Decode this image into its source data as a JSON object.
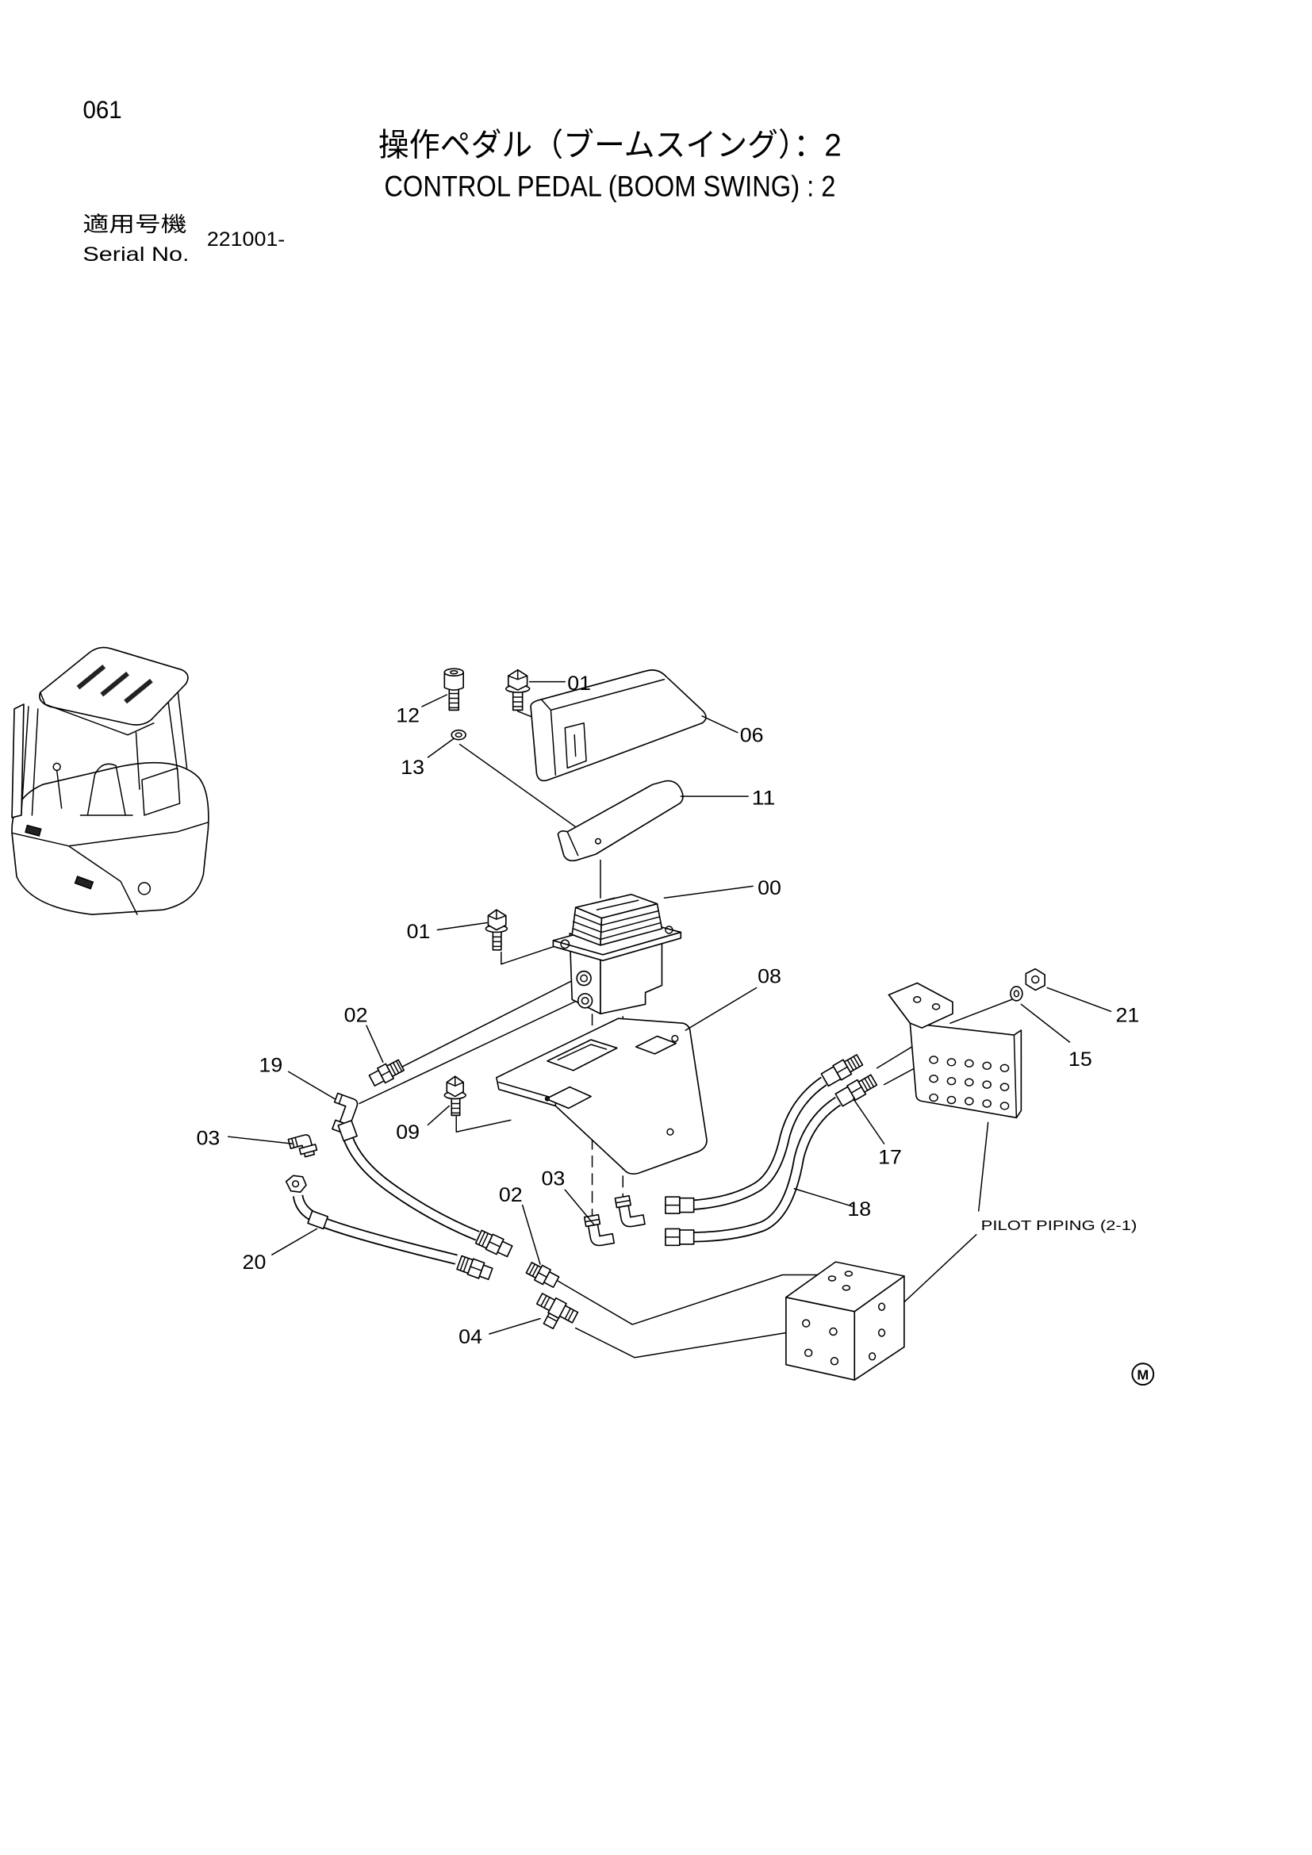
{
  "header": {
    "page_number": "061",
    "title_ja": "操作ペダル（ブームスイング）：2",
    "title_en": "CONTROL PEDAL (BOOM SWING) : 2",
    "serial": {
      "label_ja": "適用号機",
      "label_en": "Serial No.",
      "value": "221001-"
    }
  },
  "diagram": {
    "callouts": [
      "12",
      "01",
      "06",
      "13",
      "11",
      "00",
      "01",
      "08",
      "02",
      "19",
      "21",
      "15",
      "09",
      "03",
      "17",
      "18",
      "03",
      "02",
      "20",
      "04"
    ],
    "annotation": "PILOT PIPING (2-1)",
    "mark": "M"
  }
}
